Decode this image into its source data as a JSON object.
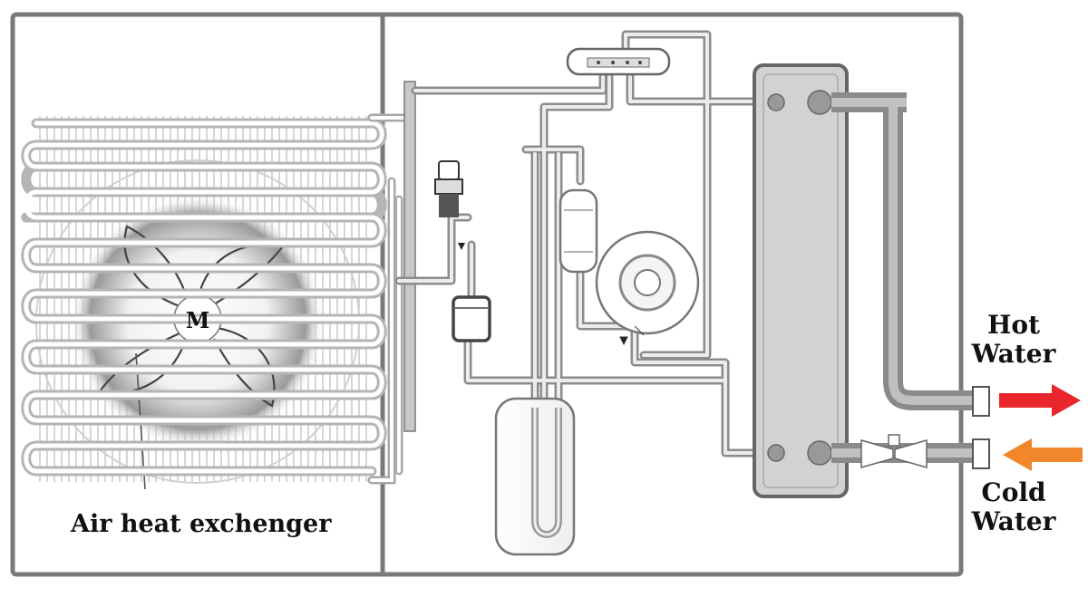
{
  "labels": {
    "air_heat_exchanger": "Air heat exchenger",
    "fan_motor": "M",
    "hot_water": "Hot\nWater",
    "cold_water": "Cold\nWater"
  },
  "colors": {
    "hot_arrow": "#e8262b",
    "cold_arrow": "#f2862a",
    "frame": "#7a7a7a",
    "pipe": "#a8a8a8",
    "pipe_light": "#d6d6d6"
  },
  "icons": {
    "fan": "fan-icon",
    "compressor": "compressor-icon",
    "plate_exchanger": "plate-heat-exchanger-icon",
    "receiver": "receiver-tank-icon",
    "valve": "water-valve-icon"
  }
}
